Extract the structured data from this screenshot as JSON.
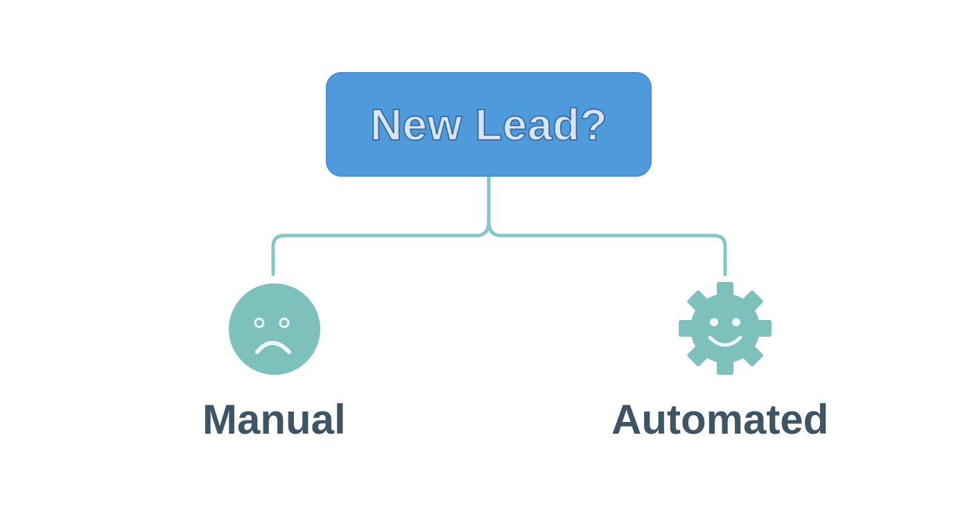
{
  "diagram": {
    "root": {
      "label": "New Lead?"
    },
    "branches": [
      {
        "label": "Manual",
        "icon": "sad-face-icon"
      },
      {
        "label": "Automated",
        "icon": "smiling-gear-icon"
      }
    ]
  },
  "colors": {
    "root_fill": "#4f9ada",
    "root_border": "#4a8fd0",
    "connector": "#82c7c3",
    "icon_fill": "#7ec1bc",
    "icon_features": "#eef8f7",
    "label_text": "#3e5566"
  }
}
